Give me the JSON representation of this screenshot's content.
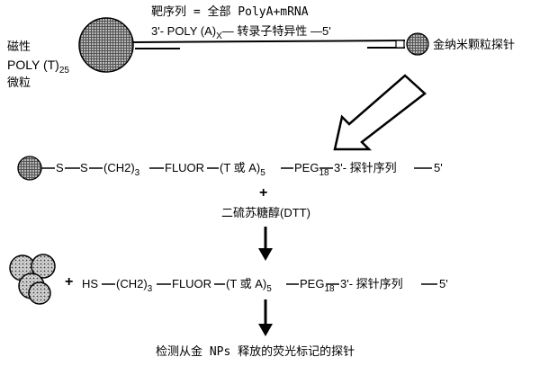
{
  "top": {
    "target_label": "靶序列 = 全部 PolyA+mRNA",
    "strand_prefix": "3'- POLY (A)",
    "strand_sub": "X",
    "strand_suffix": "— 转录子特异性 —5'",
    "bead_label_1": "磁性",
    "bead_label_2": "POLY (T)",
    "bead_label_2_sub": "25",
    "bead_label_3": "微粒",
    "probe_label": "金纳米颗粒探针"
  },
  "row1": {
    "s1": "S",
    "s2": "S",
    "ch2": "(CH2)",
    "ch2_sub": "3",
    "fluor": "FLUOR",
    "t_or_a": "(T 或 A)",
    "t_or_a_sub": "5",
    "peg": "PEG",
    "peg_sub": "18",
    "probe_seq": "3'- 探针序列",
    "end": "5'"
  },
  "plus_top": "+",
  "dtt_label": "二硫苏糖醇(DTT)",
  "row2": {
    "plus": "+",
    "hs": "HS",
    "ch2": "(CH2)",
    "ch2_sub": "3",
    "fluor": "FLUOR",
    "t_or_a": "(T 或 A)",
    "t_or_a_sub": "5",
    "peg": "PEG",
    "peg_sub": "18",
    "probe_seq": "3'- 探针序列",
    "end": "5'"
  },
  "bottom_label": "检测从金 NPs 释放的荧光标记的探针"
}
